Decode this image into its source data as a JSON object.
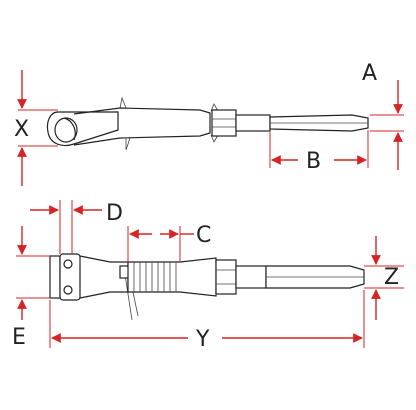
{
  "diagram": {
    "labels": {
      "A": "A",
      "B": "B",
      "X": "X",
      "D": "D",
      "C": "C",
      "Z": "Z",
      "E": "E",
      "Y": "Y"
    },
    "colors": {
      "dimension": "#d62424",
      "outline": "#222222",
      "text": "#222222",
      "background": "#ffffff"
    }
  }
}
